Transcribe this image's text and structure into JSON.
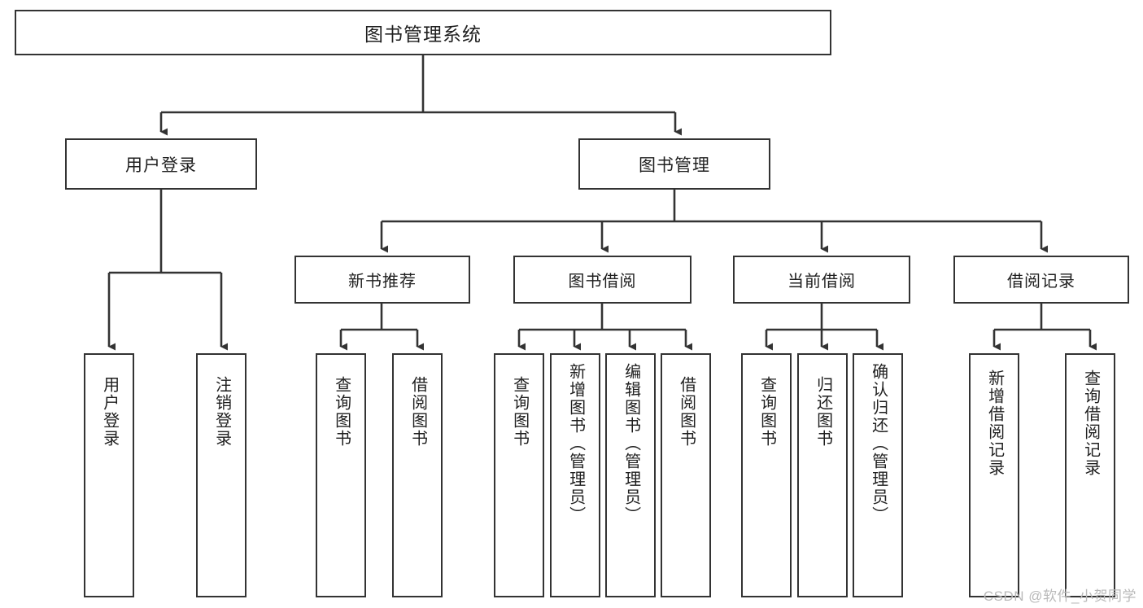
{
  "diagram": {
    "type": "tree-structure-chart",
    "title": "图书管理系统",
    "colors": {
      "box_border": "#333333",
      "box_fill": "#ffffff",
      "connector": "#333333",
      "text": "#1f1f1f",
      "watermark": "#b9b9b9",
      "background": "#ffffff"
    },
    "root": {
      "label": "图书管理系统"
    },
    "level1": [
      {
        "label": "用户登录"
      },
      {
        "label": "图书管理"
      }
    ],
    "level2": [
      {
        "label": "新书推荐"
      },
      {
        "label": "图书借阅"
      },
      {
        "label": "当前借阅"
      },
      {
        "label": "借阅记录"
      }
    ],
    "leaves": {
      "user_login": [
        {
          "label": "用户登录"
        },
        {
          "label": "注销登录"
        }
      ],
      "new_book_recommend": [
        {
          "label": "查询图书"
        },
        {
          "label": "借阅图书"
        }
      ],
      "book_borrow": [
        {
          "label": "查询图书"
        },
        {
          "label": "新增图书（管理员）"
        },
        {
          "label": "编辑图书（管理员）"
        },
        {
          "label": "借阅图书"
        }
      ],
      "current_borrow": [
        {
          "label": "查询图书"
        },
        {
          "label": "归还图书"
        },
        {
          "label": "确认归还（管理员）"
        }
      ],
      "borrow_record": [
        {
          "label": "新增借阅记录"
        },
        {
          "label": "查询借阅记录"
        }
      ]
    }
  },
  "watermark": {
    "text": "CSDN @软件_小贺同学"
  }
}
